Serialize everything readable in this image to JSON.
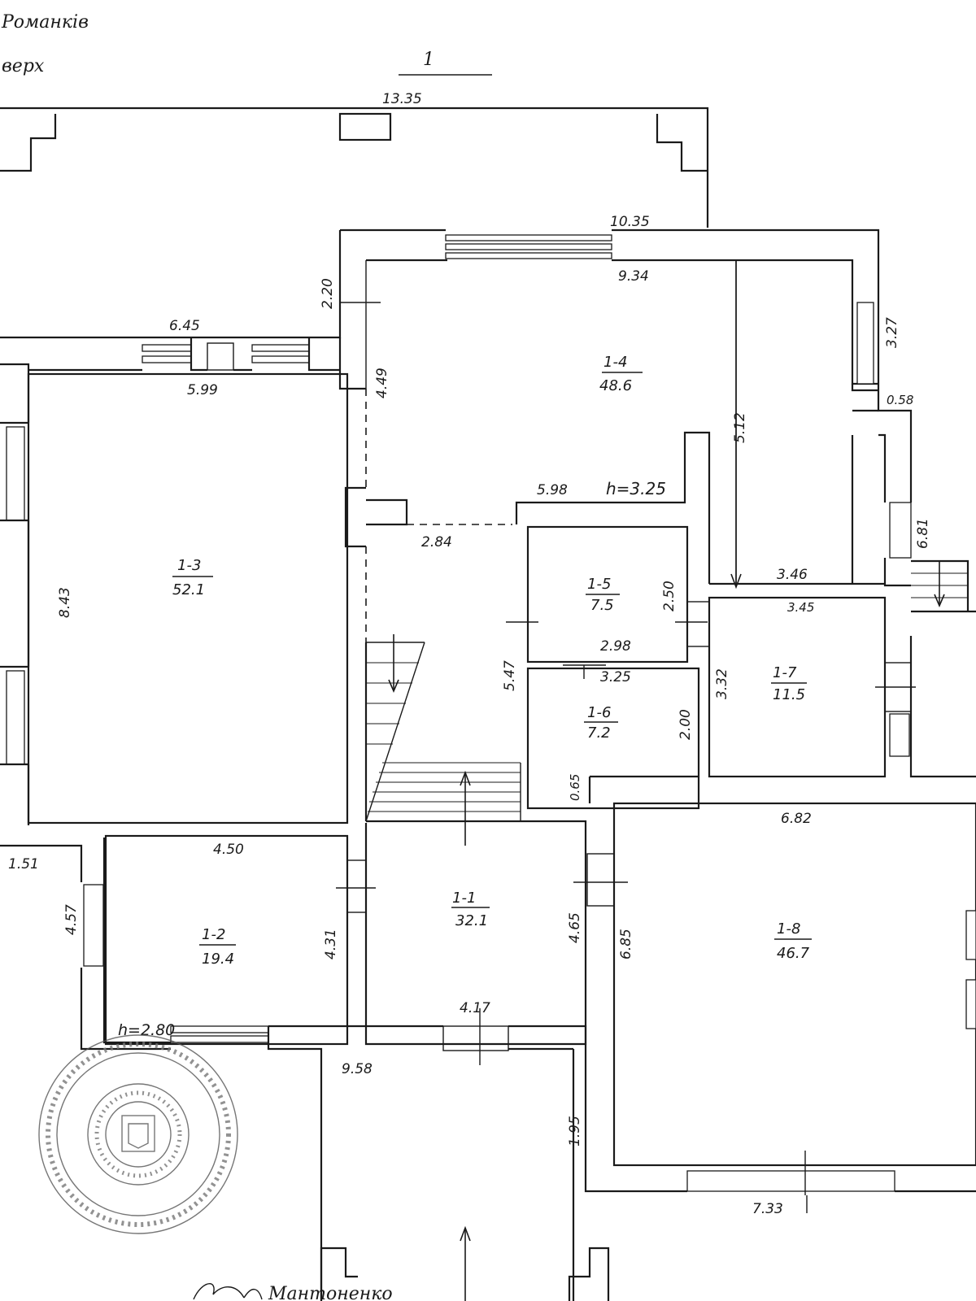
{
  "header": {
    "village": "Романків",
    "floor_word": "верх",
    "sheet_number": "1"
  },
  "rooms": [
    {
      "id": "1-1",
      "area": "32.1"
    },
    {
      "id": "1-2",
      "area": "19.4"
    },
    {
      "id": "1-3",
      "area": "52.1"
    },
    {
      "id": "1-4",
      "area": "48.6"
    },
    {
      "id": "1-5",
      "area": "7.5"
    },
    {
      "id": "1-6",
      "area": "7.2"
    },
    {
      "id": "1-7",
      "area": "11.5"
    },
    {
      "id": "1-8",
      "area": "46.7"
    }
  ],
  "heights": {
    "main": "h=3.25",
    "room_1_2": "h=2.80"
  },
  "dimensions": [
    "13.35",
    "10.35",
    "9.34",
    "2.20",
    "3.27",
    "0.58",
    "6.45",
    "5.99",
    "4.49",
    "5.12",
    "5.98",
    "2.84",
    "6.81",
    "3.46",
    "3.45",
    "8.43",
    "2.50",
    "2.98",
    "3.25",
    "5.47",
    "3.32",
    "2.00",
    "0.65",
    "6.82",
    "1.51",
    "4.50",
    "4.31",
    "4.65",
    "6.85",
    "4.57",
    "4.17",
    "9.58",
    "1.95",
    "7.33"
  ],
  "signature": "Мантоненко"
}
